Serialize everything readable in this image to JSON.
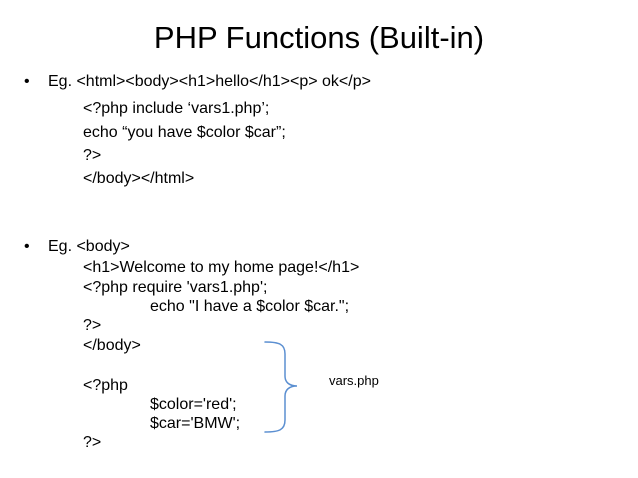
{
  "slide": {
    "title": "PHP Functions (Built-in)",
    "example1": {
      "bullet": "•",
      "lines": [
        "Eg. <html><body><h1>hello</h1><p> ok</p>",
        "<?php include ‘vars1.php’;",
        "echo “you have $color $car”;",
        "?>",
        "</body></html>"
      ]
    },
    "example2": {
      "bullet": "•",
      "lines": [
        "Eg. <body>",
        "<h1>Welcome to my home page!</h1>",
        "<?php require 'vars1.php';",
        "echo \"I have a $color $car.\";",
        "?>",
        "</body>"
      ]
    },
    "vars_block": {
      "lines": [
        "<?php",
        "$color='red';",
        "$car='BMW';",
        "?>"
      ]
    },
    "annotation": "vars.php",
    "brace_color": "#5b8fd1"
  }
}
